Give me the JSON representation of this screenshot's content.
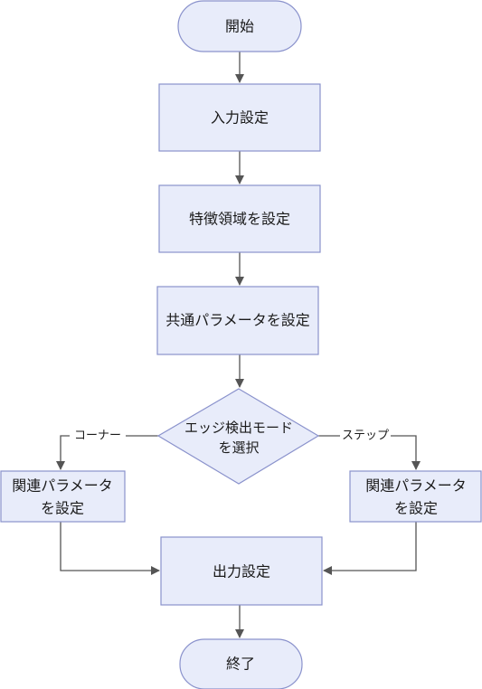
{
  "colors": {
    "node_fill": "#e8ecfa",
    "node_stroke": "#8a92cc",
    "edge_stroke": "#555555",
    "label_background": "#ffffff",
    "text": "#1a1a1a"
  },
  "nodes": {
    "start": "開始",
    "input_settings": "入力設定",
    "feature_region_settings": "特徴領域を設定",
    "common_params_settings": "共通パラメータを設定",
    "edge_mode_select": {
      "line1": "エッジ検出モード",
      "line2": "を選択"
    },
    "related_params_corner": {
      "line1": "関連パラメータ",
      "line2": "を設定"
    },
    "related_params_step": {
      "line1": "関連パラメータ",
      "line2": "を設定"
    },
    "output_settings": "出力設定",
    "end": "終了"
  },
  "edges": {
    "corner_label": "コーナー",
    "step_label": "ステップ"
  }
}
